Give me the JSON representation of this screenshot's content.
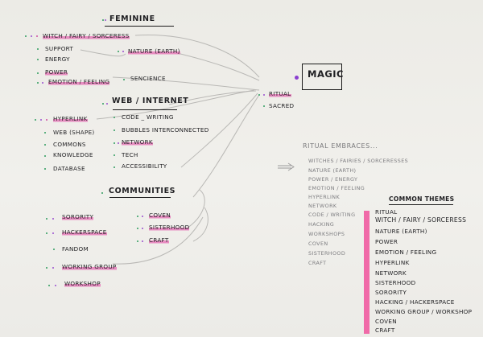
{
  "feminine": {
    "heading": "Feminine",
    "items": {
      "witch": "Witch / Fairy / Sorceress",
      "support": "Support",
      "energy": "Energy",
      "nature": "Nature (Earth)",
      "power": "Power",
      "emotion": "Emotion / Feeling",
      "sencience": "Sencience"
    }
  },
  "web": {
    "heading": "Web / Internet",
    "items": {
      "hyperlink": "Hyperlink",
      "code": "Code _ Writing",
      "webshape": "Web (Shape)",
      "bubbles": "Bubbles Interconnected",
      "commons": "Commons",
      "network": "Network",
      "knowledge": "Knowledge",
      "tech": "Tech",
      "database": "Database",
      "accessibility": "Accessibility"
    }
  },
  "communities": {
    "heading": "Communities",
    "items": {
      "sorority": "Sorority",
      "coven": "Coven",
      "hackerspace": "Hackerspace",
      "sisterhood": "Sisterhood",
      "fandom": "Fandom",
      "craft": "Craft",
      "workinggroup": "Working Group",
      "workshop": "Workshop"
    }
  },
  "magic": {
    "title": "Magic",
    "ritual": "Ritual",
    "sacred": "Sacred"
  },
  "ritual_embraces": {
    "heading": "Ritual Embraces...",
    "arrow": "=>",
    "items": [
      "Witches / Fairies / Sorceresses",
      "Nature (Earth)",
      "Power / Energy",
      "Emotion / Feeling",
      "Hyperlink",
      "Network",
      "Code / Writing",
      "Hacking",
      "Workshops",
      "Coven",
      "Sisterhood",
      "Craft"
    ]
  },
  "common_themes": {
    "heading": "Common Themes",
    "items": [
      "Ritual",
      "Witch / Fairy / Sorceress",
      "Nature (Earth)",
      "Power",
      "Emotion / Feeling",
      "Hyperlink",
      "Network",
      "Sisterhood",
      "Sorority",
      "Hacking / Hackerspace",
      "Working Group / Workshop",
      "Coven",
      "Craft"
    ]
  },
  "colors": {
    "paper": "#ecebe6",
    "ink": "#1f1f22",
    "highlight_pink": "#e23ca0",
    "bullet_green": "#2e9c5e",
    "bullet_purple": "#9a4fd0",
    "bar_pink": "#f06aa8"
  }
}
